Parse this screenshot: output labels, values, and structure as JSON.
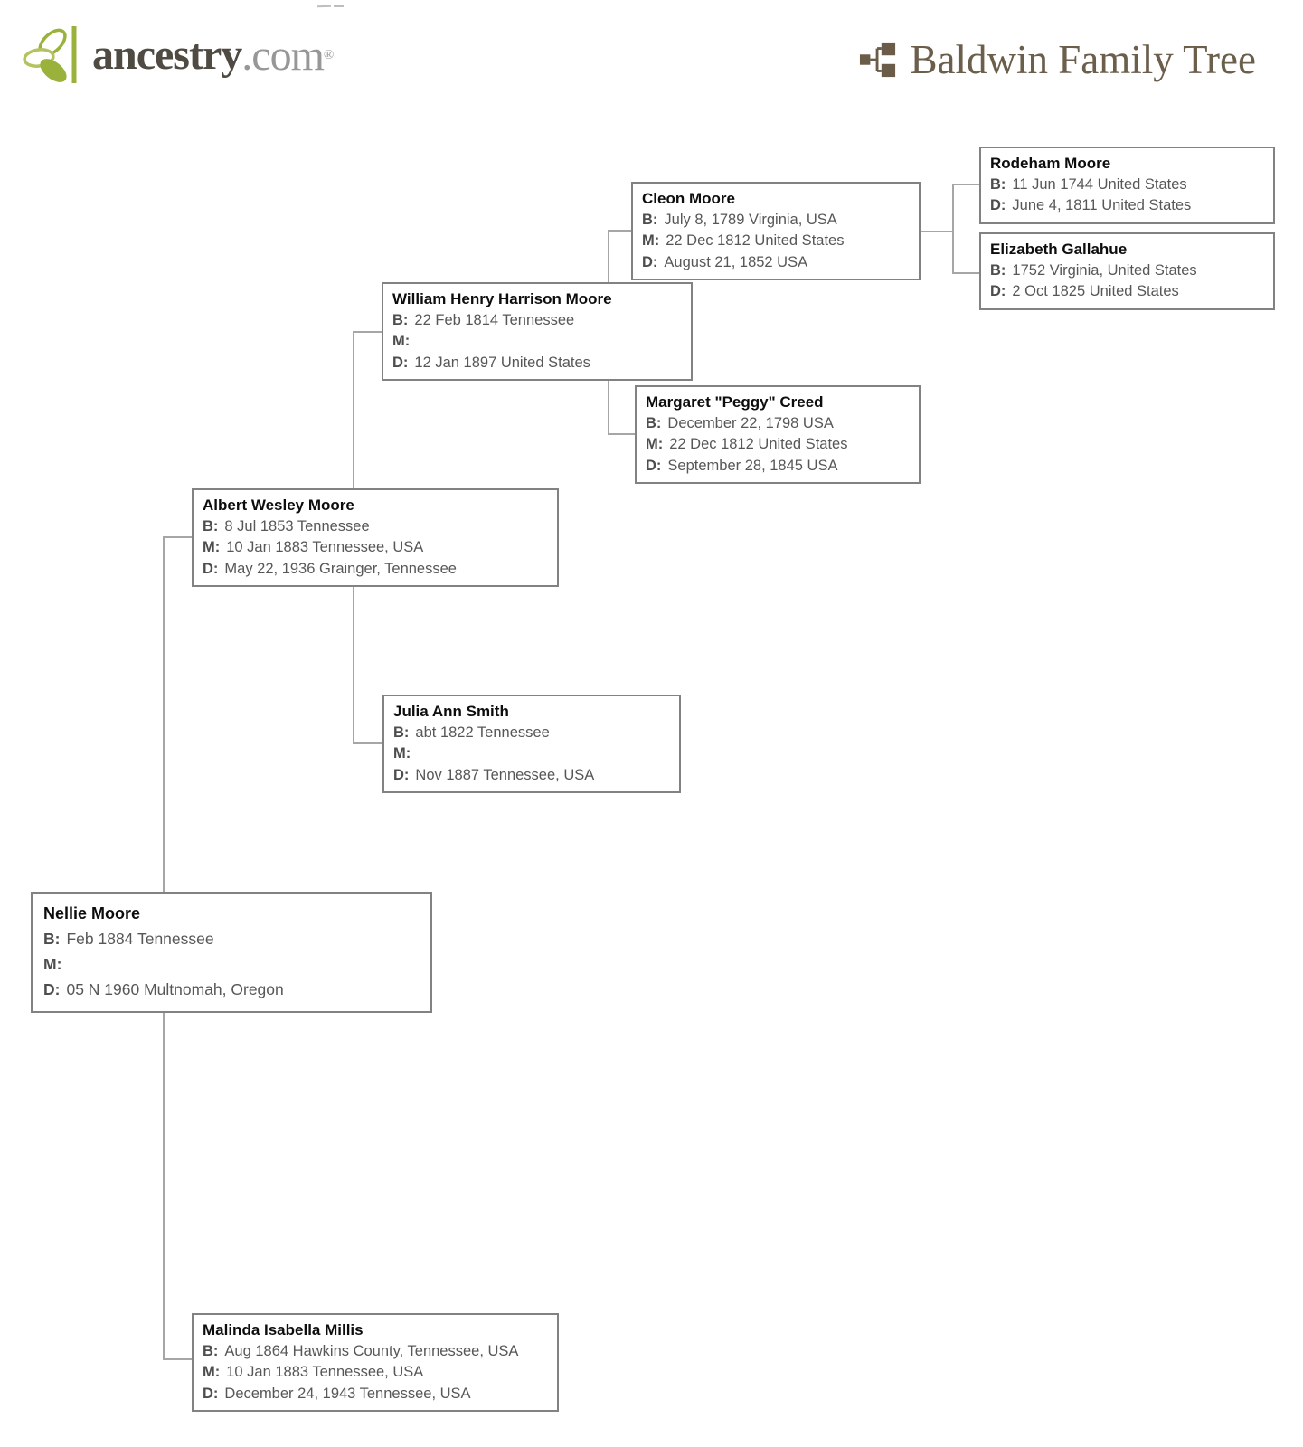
{
  "header": {
    "logo": {
      "brand": "ancestry",
      "domain": ".com",
      "registered": "®"
    },
    "title": "Baldwin Family Tree"
  },
  "icons": {
    "logo": "leaf-icon",
    "title": "tree-node-icon"
  },
  "colors": {
    "logo_green": "#9ab23c",
    "logo_green_light": "#b3c35f",
    "logo_text": "#4f4a42",
    "logo_domain_gray": "#979797",
    "title_brown": "#6b5e4b",
    "box_border": "#828282",
    "connector_gray": "#a6a6a6",
    "name_text": "#0d0d0d",
    "detail_text": "#575757"
  },
  "tree": {
    "labels": {
      "b": "B:",
      "m": "M:",
      "d": "D:"
    },
    "people": [
      {
        "name": "Nellie Moore",
        "b": "Feb 1884 Tennessee",
        "m": "",
        "d": "05 N 1960 Multnomah, Oregon"
      },
      {
        "name": "Albert Wesley Moore",
        "b": "8 Jul 1853 Tennessee",
        "m": "10 Jan 1883 Tennessee, USA",
        "d": "May 22, 1936 Grainger, Tennessee"
      },
      {
        "name": "Malinda Isabella Millis",
        "b": "Aug 1864 Hawkins County, Tennessee, USA",
        "m": "10 Jan 1883 Tennessee, USA",
        "d": "December 24, 1943 Tennessee, USA"
      },
      {
        "name": "William Henry Harrison Moore",
        "b": "22 Feb 1814 Tennessee",
        "m": "",
        "d": "12 Jan 1897 United States"
      },
      {
        "name": "Julia Ann Smith",
        "b": "abt 1822 Tennessee",
        "m": "",
        "d": "Nov 1887 Tennessee, USA"
      },
      {
        "name": "Cleon Moore",
        "b": "July 8, 1789 Virginia, USA",
        "m": "22 Dec 1812 United States",
        "d": "August 21, 1852 USA"
      },
      {
        "name": "Margaret \"Peggy\" Creed",
        "b": "December 22, 1798 USA",
        "m": "22 Dec 1812 United States",
        "d": "September 28, 1845 USA"
      },
      {
        "name": "Rodeham Moore",
        "b": "11 Jun 1744 United States",
        "d": "June 4, 1811 United States"
      },
      {
        "name": "Elizabeth Gallahue",
        "b": "1752 Virginia, United States",
        "d": "2 Oct 1825 United States"
      }
    ]
  }
}
